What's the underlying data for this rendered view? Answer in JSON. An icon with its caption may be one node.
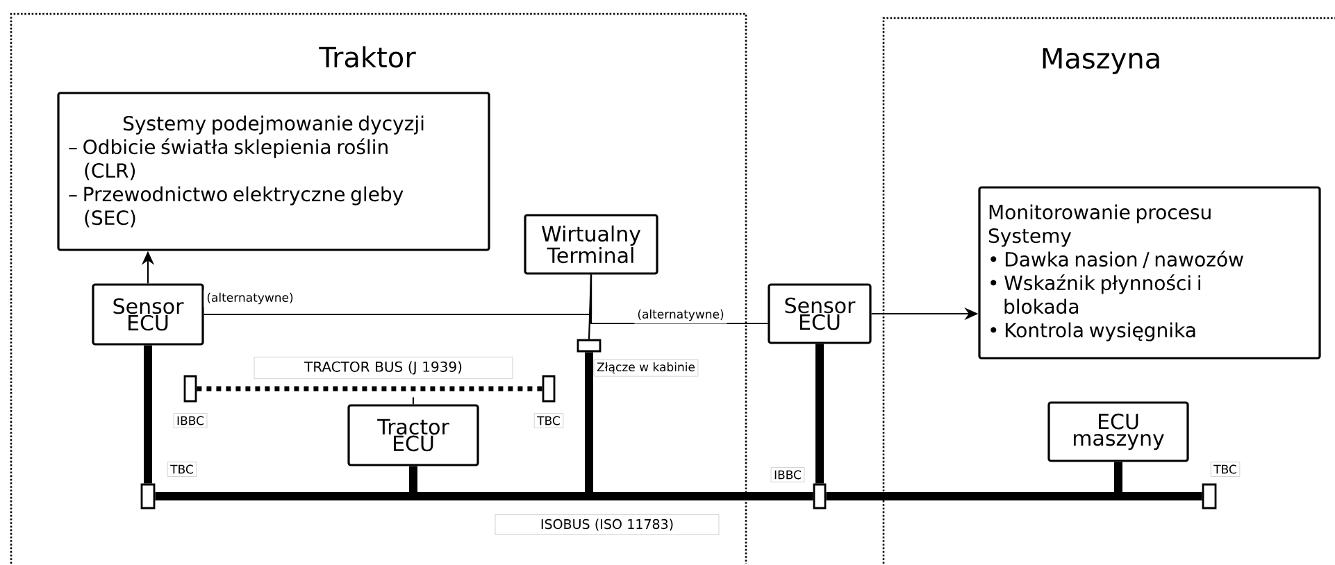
{
  "diagram": {
    "nodes": [
      {
        "text": [
          "Traktor"
        ]
      },
      {
        "text": [
          "Maszyna"
        ]
      },
      {
        "text": [
          "Systemy podejmowanie dycyzji",
          "– Odbicie światła sklepienia roślin (CLR)",
          "– Przewodnictwo elektryczne gleby (SEC)"
        ],
        "in": 0
      },
      {
        "text": [
          "Sensor ECU"
        ],
        "in": 0
      },
      {
        "text": [
          "Wirtualny Terminal"
        ],
        "in": 0
      },
      {
        "text": [],
        "shape": "box",
        "beside": [
          "Złącze w kabinie"
        ],
        "in": 0
      },
      {
        "text": [
          "Tractor ECU"
        ],
        "in": 0
      },
      {
        "text": [],
        "shape": "box",
        "beside": [
          "IBBC"
        ],
        "in": 0
      },
      {
        "text": [],
        "shape": "box",
        "beside": [
          "TBC"
        ],
        "in": 0
      },
      {
        "text": [],
        "shape": "box",
        "beside": [
          "TBC"
        ],
        "in": 0
      },
      {
        "text": [
          "Sensor ECU"
        ]
      },
      {
        "text": [],
        "shape": "box",
        "beside": [
          "IBBC"
        ]
      },
      {
        "text": [
          "Monitorowanie procesu Systemy",
          "• Dawka nasion / nawozów",
          "• Wskaźnik płynności i blokada",
          "• Kontrola wysięgnika"
        ],
        "in": 1
      },
      {
        "text": [
          "ECU maszyny"
        ],
        "in": 1
      },
      {
        "text": [],
        "shape": "box",
        "beside": [
          "TBC"
        ],
        "in": 1
      }
    ],
    "edges": [
      {
        "from": 3,
        "to": 2,
        "arrow": "to"
      },
      {
        "from": 3,
        "to": 4,
        "arrow": "none",
        "label": "(alternatywne)"
      },
      {
        "from": 10,
        "to": 4,
        "arrow": "none",
        "label": "(alternatywne)"
      },
      {
        "from": 4,
        "to": 5,
        "arrow": "none"
      },
      {
        "from": 5,
        "to": null,
        "arrow": "none"
      },
      {
        "from": 3,
        "to": 9,
        "arrow": "none"
      },
      {
        "from": 6,
        "to": null,
        "arrow": "none"
      },
      {
        "from": 7,
        "to": 8,
        "arrow": "none",
        "style": "dashed",
        "label": "TRACTOR BUS (J 1939)"
      },
      {
        "from": 6,
        "to": null,
        "arrow": "none"
      },
      {
        "from": 10,
        "to": 11,
        "arrow": "none"
      },
      {
        "from": 13,
        "to": null,
        "arrow": "none"
      },
      {
        "from": 10,
        "to": 12,
        "arrow": "to"
      },
      {
        "from": 9,
        "to": 11,
        "arrow": "none",
        "label": "ISOBUS (ISO 11783)"
      },
      {
        "from": 11,
        "to": 14,
        "arrow": "none"
      }
    ]
  }
}
